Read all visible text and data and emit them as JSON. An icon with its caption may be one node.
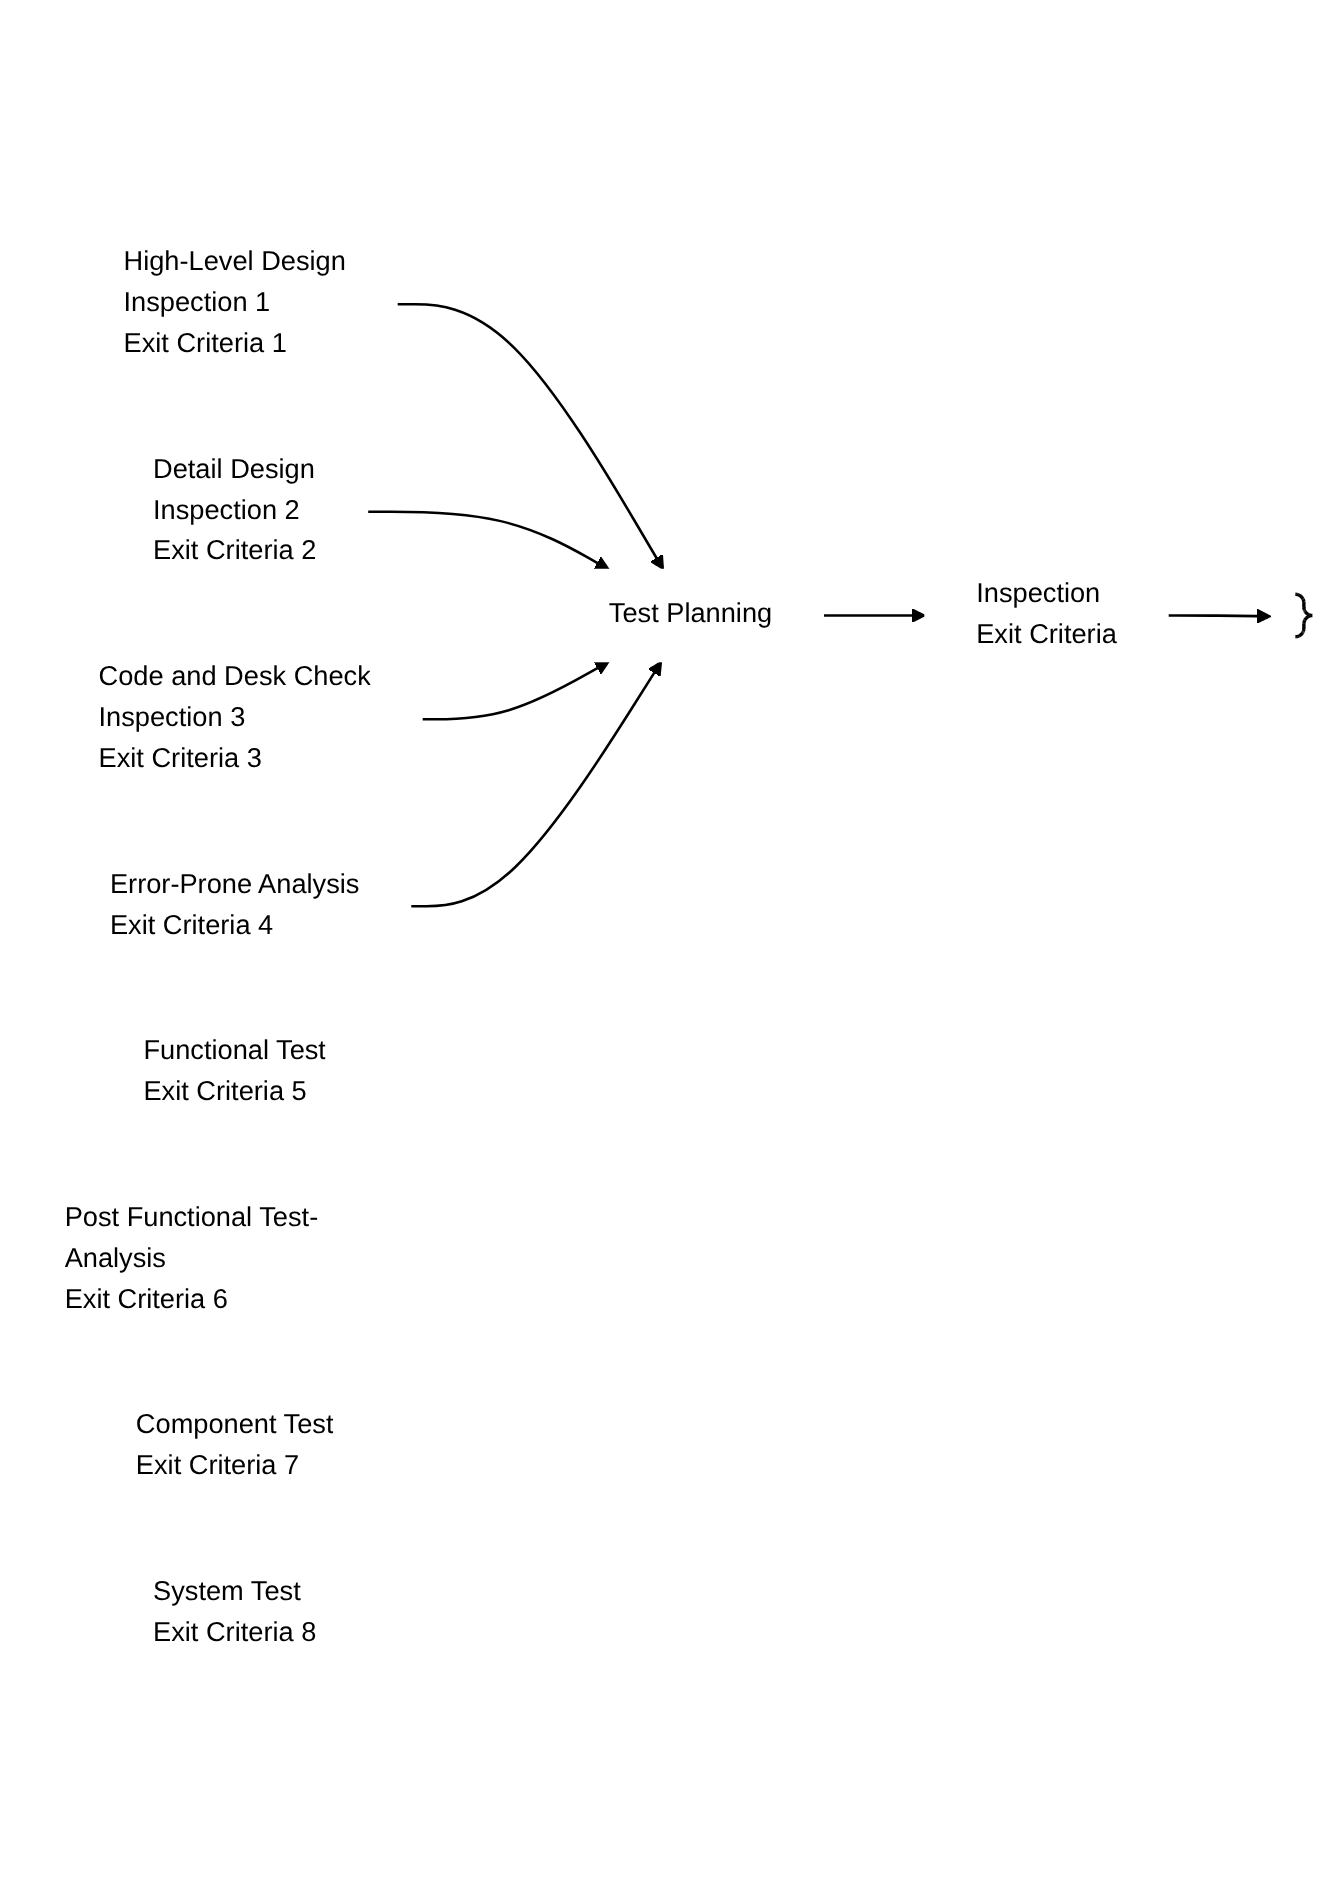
{
  "diagram": {
    "nodes": [
      {
        "text": [
          "High-Level Design",
          "Inspection 1",
          "Exit Criteria 1"
        ]
      },
      {
        "text": [
          "Detail Design",
          "Inspection 2",
          "Exit Criteria 2"
        ]
      },
      {
        "text": [
          "Code and Desk Check",
          "Inspection 3",
          "Exit Criteria 3"
        ]
      },
      {
        "text": [
          "Error-Prone Analysis",
          "Exit Criteria 4"
        ]
      },
      {
        "text": [
          "Test Planning"
        ]
      },
      {
        "text": [
          "Inspection",
          "Exit Criteria"
        ]
      },
      {
        "text": [
          "Functional Test",
          "Exit Criteria 5"
        ]
      },
      {
        "text": [
          "Post Functional Test-Analysis",
          "Exit Criteria 6"
        ]
      },
      {
        "text": [
          "Component Test",
          "Exit Criteria 7"
        ]
      },
      {
        "text": [
          "System Test",
          "Exit Criteria 8"
        ]
      },
      {
        "text": [],
        "shape": "bracket"
      }
    ],
    "edges": [
      {
        "from": 0,
        "to": 4,
        "arrow": "to"
      },
      {
        "from": 1,
        "to": 4,
        "arrow": "to"
      },
      {
        "from": 2,
        "to": 4,
        "arrow": "to"
      },
      {
        "from": 3,
        "to": 4,
        "arrow": "to"
      },
      {
        "from": 4,
        "to": 5,
        "arrow": "to"
      },
      {
        "from": 5,
        "to": 10,
        "arrow": "to"
      }
    ]
  }
}
